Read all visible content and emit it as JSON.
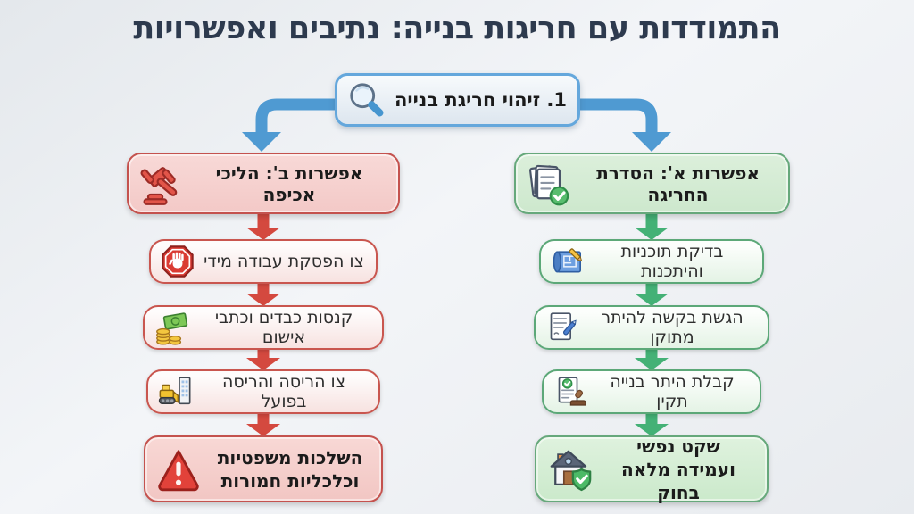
{
  "title": "התמודדות עם חריגות בנייה: נתיבים ואפשרויות",
  "root": {
    "label": "1. זיהוי חריגת בנייה",
    "icon": "magnifier-icon"
  },
  "branches": {
    "regularization": {
      "header": {
        "label": "אפשרות א': הסדרת החריגה",
        "icon": "documents-check-icon"
      },
      "steps": [
        {
          "label": "בדיקת תוכניות והיתכנות",
          "icon": "blueprint-icon"
        },
        {
          "label": "הגשת בקשה להיתר מתוקן",
          "icon": "form-pen-icon"
        },
        {
          "label": "קבלת היתר בנייה תקין",
          "icon": "permit-stamp-icon"
        }
      ],
      "outcome": {
        "label": "שקט נפשי\nועמידה מלאה בחוק",
        "icon": "house-shield-icon"
      },
      "accent_color": "#66a87b"
    },
    "enforcement": {
      "header": {
        "label": "אפשרות ב': הליכי אכיפה",
        "icon": "gavel-icon"
      },
      "steps": [
        {
          "label": "צו הפסקת עבודה מידי",
          "icon": "stop-hand-icon"
        },
        {
          "label": "קנסות כבדים וכתבי אישום",
          "icon": "fines-money-icon"
        },
        {
          "label": "צו הריסה והריסה בפועל",
          "icon": "bulldozer-demolition-icon"
        }
      ],
      "outcome": {
        "label": "השלכות משפטיות\nוכלכליות חמורות",
        "icon": "warning-triangle-icon"
      },
      "accent_color": "#c4524e"
    }
  },
  "colors": {
    "title_text": "#2d3a4e",
    "blue_connector": "#4f9ad2",
    "red_arrow": "#d4493f",
    "green_arrow": "#44b176"
  }
}
